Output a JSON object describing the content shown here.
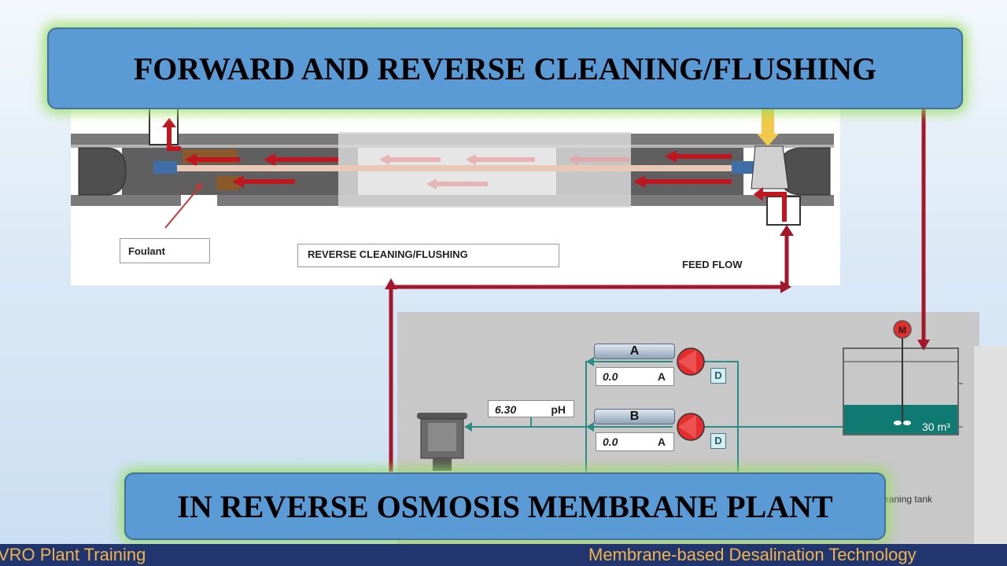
{
  "banners": {
    "top": "FORWARD AND REVERSE CLEANING/FLUSHING",
    "bottom": "IN REVERSE OSMOSIS MEMBRANE PLANT"
  },
  "diagram_labels": {
    "foulant": "Foulant",
    "mode": "REVERSE CLEANING/FLUSHING",
    "feed_flow": "FEED FLOW"
  },
  "controls": {
    "ph": {
      "value": "6.30",
      "unit": "pH"
    },
    "pump_a": {
      "label": "A",
      "value": "0.0",
      "unit": "A",
      "button": "D"
    },
    "pump_b": {
      "label": "B",
      "value": "0.0",
      "unit": "A",
      "button": "D"
    },
    "tank": {
      "volume": "30 m³",
      "mixer": "M",
      "caption": "eaning tank"
    }
  },
  "footer": {
    "left": "VRO Plant Training",
    "right": "Membrane-based Desalination Technology"
  },
  "colors": {
    "pipe": "#a3172a",
    "banner": "#5b9bd5",
    "line": "#2e8b84",
    "tank_water": "#0f7a72"
  }
}
